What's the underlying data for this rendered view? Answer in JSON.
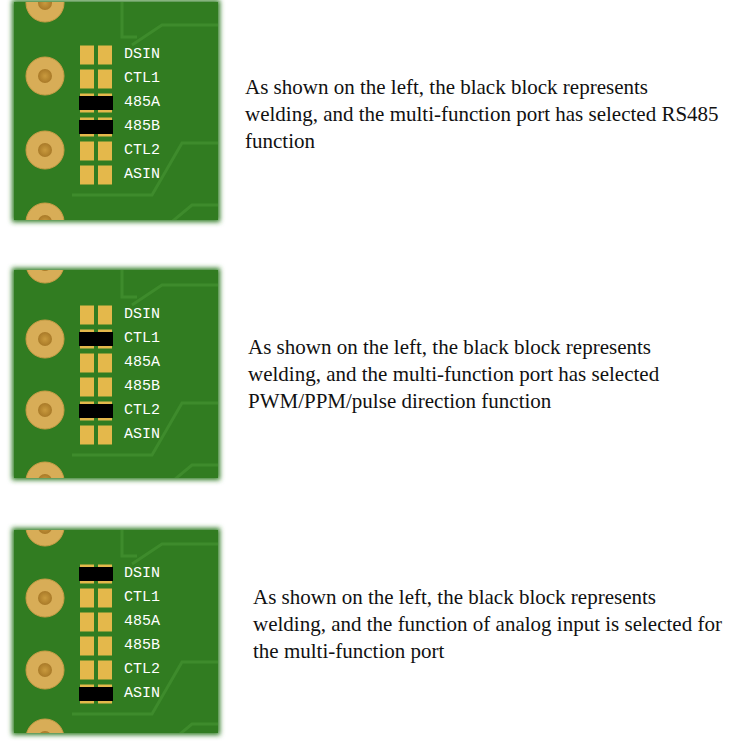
{
  "diagram": {
    "labels": [
      "DSIN",
      "CTL1",
      "485A",
      "485B",
      "CTL2",
      "ASIN",
      "As shown on the left, the black block represents welding, and the multi-function port has selected RS485 function",
      "DSIN",
      "CTL1",
      "485A",
      "485B",
      "CTL2",
      "ASIN",
      "As shown on the left, the black block represents welding, and the multi-function port has selected PWM/PPM/pulse direction function",
      "DSIN",
      "CTL1",
      "485A",
      "485B",
      "CTL2",
      "ASIN",
      "As shown on the left, the black block represents welding, and the function of analog input is selected for the multi-function port"
    ]
  }
}
